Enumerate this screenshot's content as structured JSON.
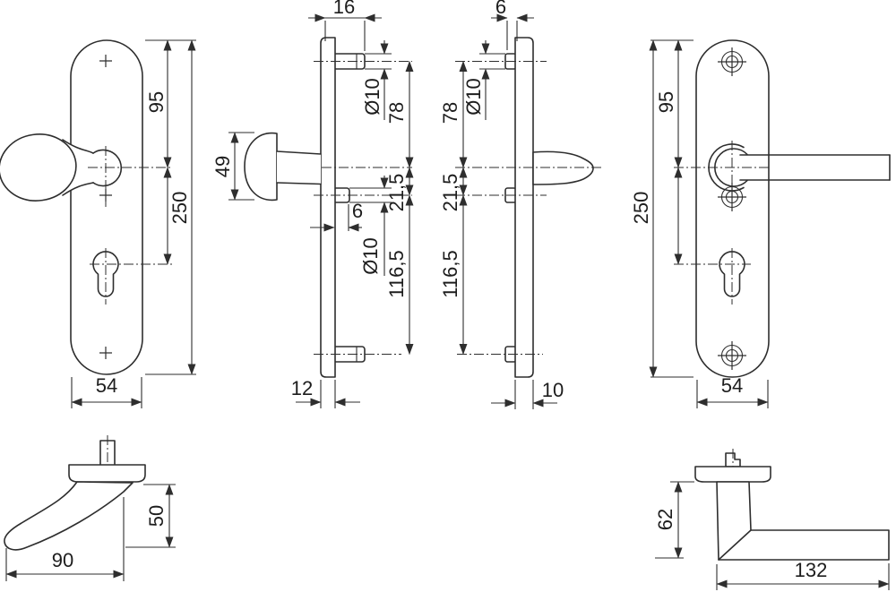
{
  "drawing": {
    "background": "#ffffff",
    "line_color": "#2e2e2e",
    "views": {
      "knob_plate_front": {
        "dims": {
          "top_to_axis": "95",
          "height": "250",
          "width": "54"
        }
      },
      "knob_plate_side": {
        "dims": {
          "grip_projection": "16",
          "bolt_top_dia": "Ø10",
          "top_to_axis": "78",
          "axis_to_mid": "21,5",
          "mid_bolt_length": "6",
          "mid_bolt_dia": "Ø10",
          "mid_to_bottom": "116,5",
          "thickness": "12",
          "knob_cap_height": "49"
        }
      },
      "lever_plate_side": {
        "dims": {
          "bolt_length": "6",
          "bolt_dia": "Ø10",
          "top_to_axis": "78",
          "axis_to_mid": "21,5",
          "mid_to_bottom": "116,5",
          "thickness": "10"
        }
      },
      "lever_plate_front": {
        "dims": {
          "top_to_axis": "95",
          "height": "250",
          "width": "54"
        }
      },
      "knob_detail": {
        "dims": {
          "length": "90",
          "height": "50"
        }
      },
      "lever_detail": {
        "dims": {
          "height": "62",
          "length": "132"
        }
      }
    }
  }
}
